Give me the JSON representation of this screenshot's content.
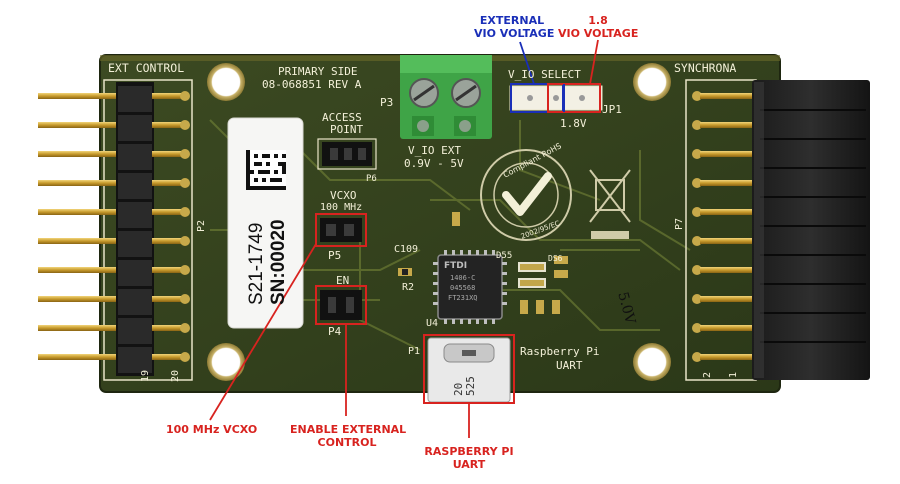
{
  "callouts": {
    "external_vio": [
      "EXTERNAL",
      "VIO VOLTAGE"
    ],
    "vio_1v8": [
      "1.8",
      "VIO VOLTAGE"
    ],
    "vcxo": "100 MHz VCXO",
    "enable_ext": [
      "ENABLE EXTERNAL",
      "CONTROL"
    ],
    "rpi_uart": [
      "RASPBERRY PI",
      "UART"
    ]
  },
  "silkscreen": {
    "ext_control": "EXT CONTROL",
    "synchrona": "SYNCHRONA",
    "primary_side": "PRIMARY SIDE",
    "part_number": "08-068851 REV A",
    "access_point": [
      "ACCESS",
      "POINT"
    ],
    "p6": "P6",
    "vcxo": [
      "VCXO",
      "100 MHz"
    ],
    "p5": "P5",
    "en": "EN",
    "p4": "P4",
    "p3": "P3",
    "v_io_ext": [
      "V_IO EXT",
      "0.9V - 5V"
    ],
    "v_io_select": "V_IO SELECT",
    "jp1": "JP1",
    "v18": "1.8V",
    "c109": "C109",
    "r2": "R2",
    "u4": "U4",
    "p1": "P1",
    "raspberry_pi": "Raspberry Pi",
    "uart": "UART",
    "p2": "P2",
    "p7": "P7",
    "pin19": "19",
    "pin20": "20",
    "pin2": "2",
    "pin1": "1",
    "d55": "D55",
    "ds6": "DS6"
  },
  "label_sticker": {
    "model": "S21-1749",
    "serial": "SN:00020"
  },
  "ftdi_chip": [
    "FTDI",
    "1406-C",
    "045568",
    "FT231XQ"
  ],
  "usb_connector_text": [
    "20",
    "525"
  ],
  "rohs_logo": [
    "Compliant RoHS",
    "2002/95/EC"
  ],
  "handwriting": "5.0V"
}
